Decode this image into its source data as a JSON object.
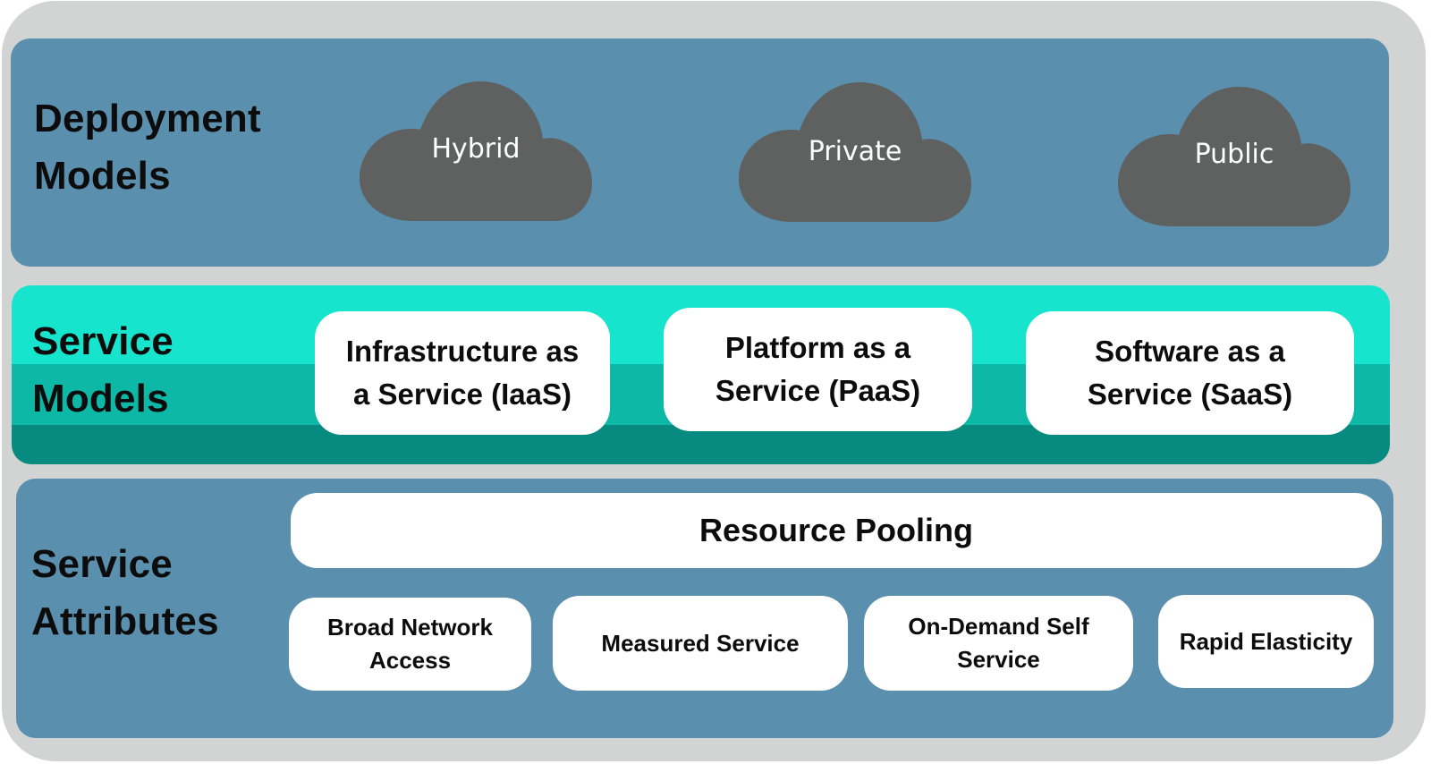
{
  "colors": {
    "frame": "#d2d4d3",
    "deployment_band": "#5a8fae",
    "service_band_top": "#16e4cd",
    "service_band_mid": "#0db8a7",
    "service_band_bottom": "#078a80",
    "attributes_band": "#5a8fae",
    "cloud": "#5f6060",
    "box": "#ffffff"
  },
  "deployment_models": {
    "label_line1": "Deployment",
    "label_line2": "Models",
    "clouds": [
      {
        "label": "Hybrid",
        "icon": "cloud-icon"
      },
      {
        "label": "Private",
        "icon": "cloud-icon"
      },
      {
        "label": "Public",
        "icon": "cloud-icon"
      }
    ]
  },
  "service_models": {
    "label_line1": "Service",
    "label_line2": "Models",
    "items": [
      {
        "line1": "Infrastructure as",
        "line2": "a Service (IaaS)"
      },
      {
        "line1": "Platform as a",
        "line2": "Service (PaaS)"
      },
      {
        "line1": "Software as a",
        "line2": "Service (SaaS)"
      }
    ]
  },
  "service_attributes": {
    "label_line1": "Service",
    "label_line2": "Attributes",
    "pooling": "Resource Pooling",
    "items": [
      {
        "line1": "Broad Network",
        "line2": "Access"
      },
      {
        "line1": "Measured Service",
        "line2": ""
      },
      {
        "line1": "On-Demand Self",
        "line2": "Service"
      },
      {
        "line1": "Rapid Elasticity",
        "line2": ""
      }
    ]
  }
}
